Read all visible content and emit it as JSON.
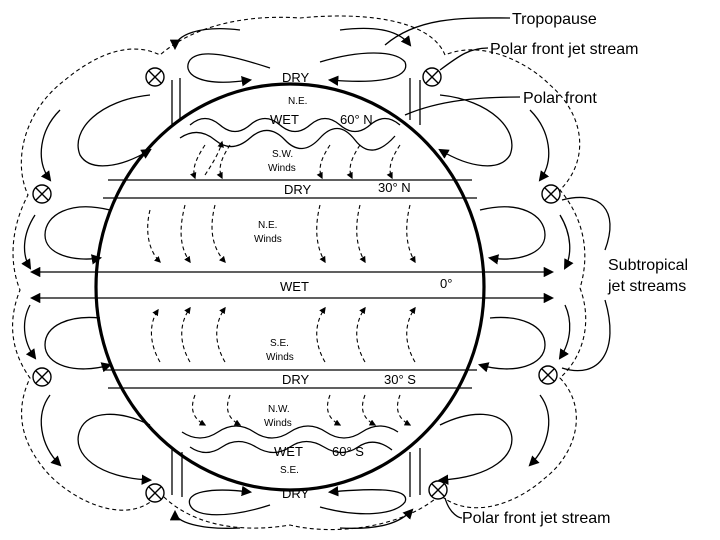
{
  "labels": {
    "tropopause": "Tropopause",
    "polar_jet_top": "Polar front jet stream",
    "polar_front": "Polar front",
    "subtropical": [
      "Subtropical",
      "jet streams"
    ],
    "polar_jet_bottom": "Polar front jet stream"
  },
  "zones": {
    "dry_top": "DRY",
    "ne_top": "N.E.",
    "wet_60n": "WET",
    "lat_60n": "60° N",
    "sw_winds": [
      "S.W.",
      "Winds"
    ],
    "dry_30n": "DRY",
    "lat_30n": "30° N",
    "ne_winds": [
      "N.E.",
      "Winds"
    ],
    "wet_eq": "WET",
    "lat_0": "0°",
    "se_winds": [
      "S.E.",
      "Winds"
    ],
    "dry_30s": "DRY",
    "lat_30s": "30° S",
    "nw_winds": [
      "N.W.",
      "Winds"
    ],
    "wet_60s": "WET",
    "lat_60s": "60° S",
    "se_bottom": "S.E.",
    "dry_bottom": "DRY"
  }
}
